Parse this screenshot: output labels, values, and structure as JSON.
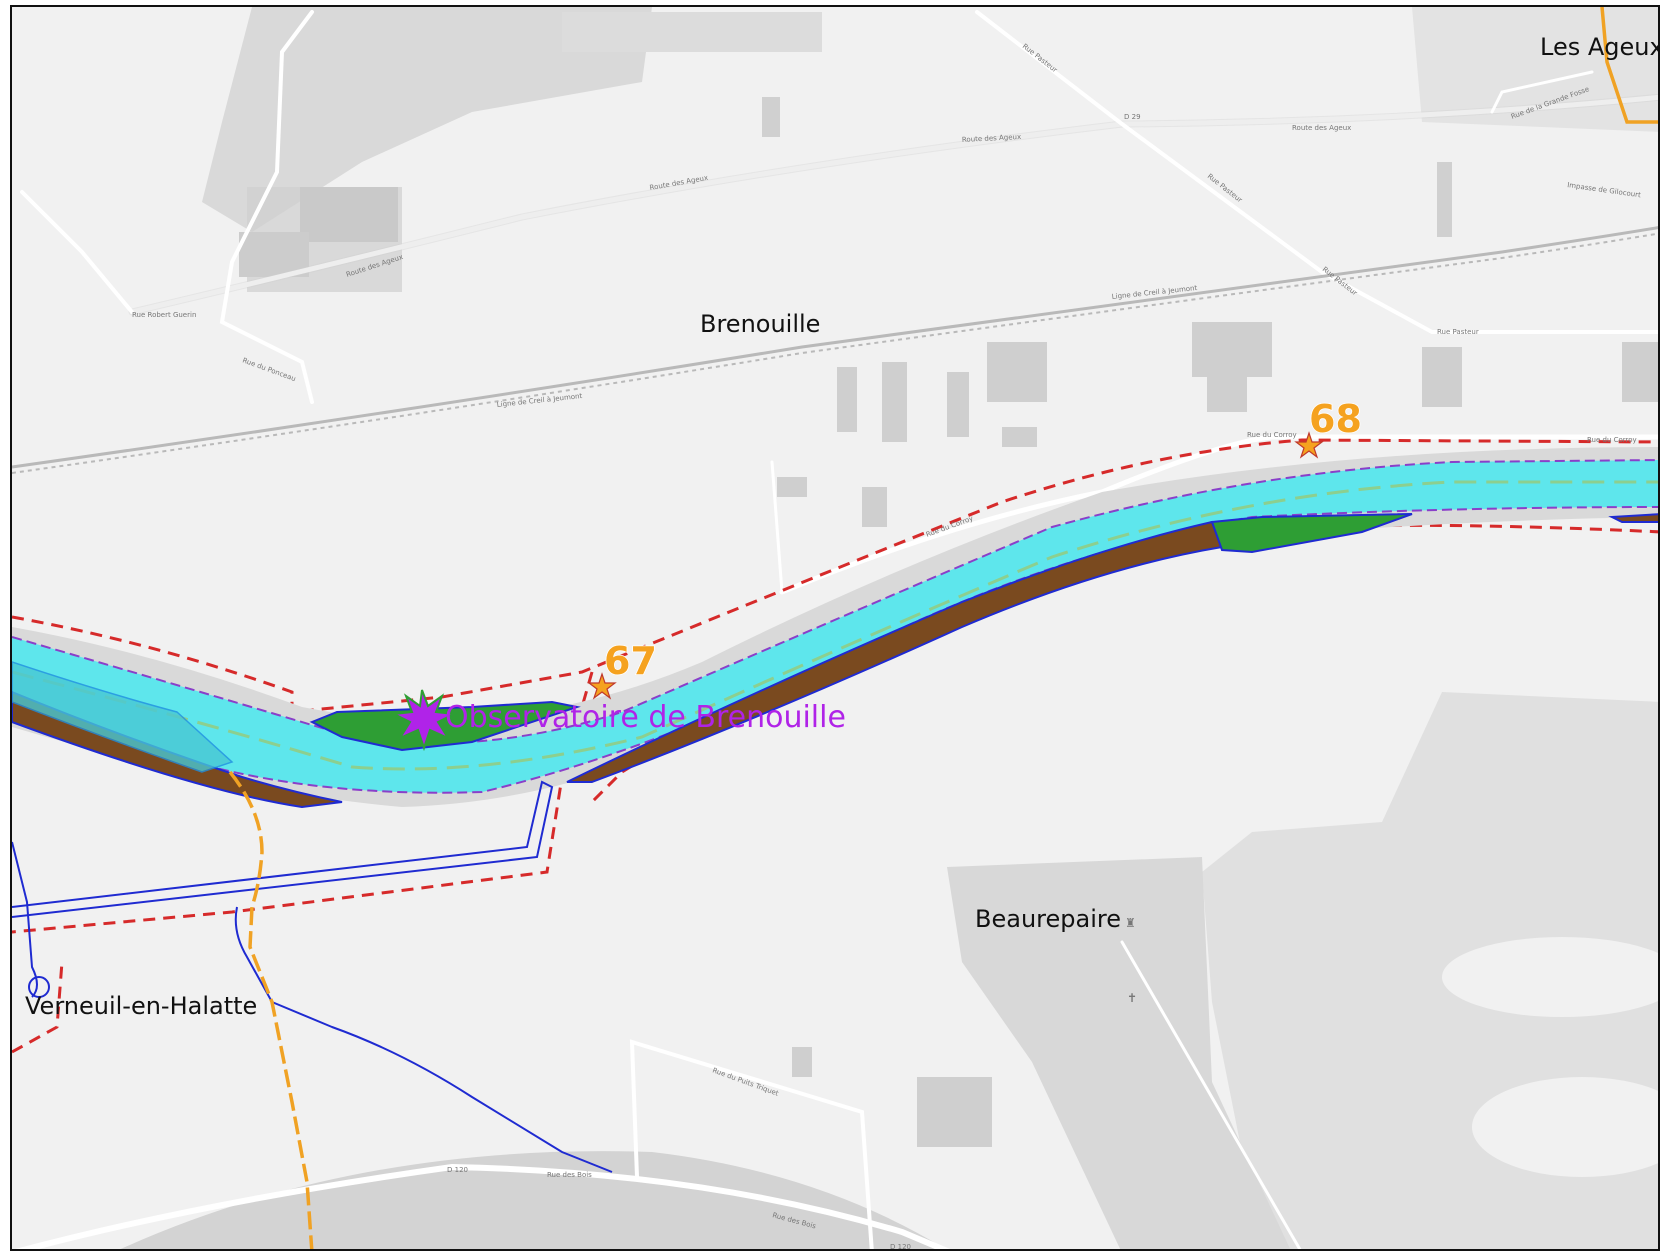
{
  "map": {
    "places": [
      {
        "id": "brenouille",
        "name": "Brenouille"
      },
      {
        "id": "les-ageux",
        "name": "Les Ageux"
      },
      {
        "id": "beaurepaire",
        "name": "Beaurepaire"
      },
      {
        "id": "verneuil",
        "name": "Verneuil-en-Halatte"
      }
    ],
    "markers": [
      {
        "id": "m67",
        "label": "67",
        "symbol": "star"
      },
      {
        "id": "m68",
        "label": "68",
        "symbol": "star"
      }
    ],
    "poi": {
      "label": "Observatoire de Brenouille",
      "icon": "burst-star-icon",
      "color": "#b023e8"
    },
    "streets": {
      "route_des_ageux": "Route des Ageux",
      "rue_pasteur": "Rue Pasteur",
      "rue_du_corroy": "Rue du Corroy",
      "rue_des_bois": "Rue des Bois",
      "rue_du_puits_triquet": "Rue du Puits Triquet",
      "rue_robert_guerin": "Rue Robert Guerin",
      "rue_du_ponceau": "Rue du Ponceau",
      "d29": "D 29",
      "d120": "D 120",
      "ligne": "Ligne de Creil à Jeumont",
      "rue_grande_fosse": "Rue de la Grande Fosse",
      "impasse": "Impasse de Gilocourt"
    },
    "colors": {
      "background": "#f1f1f1",
      "river": "#5ee6ec",
      "riverbank": "#7a4a1f",
      "meadow": "#2e9e34",
      "boundary": "#d62a2a",
      "outline": "#1f2bd1",
      "trail": "#f0a224",
      "marker": "#f5a21f",
      "poi": "#b023e8"
    }
  }
}
